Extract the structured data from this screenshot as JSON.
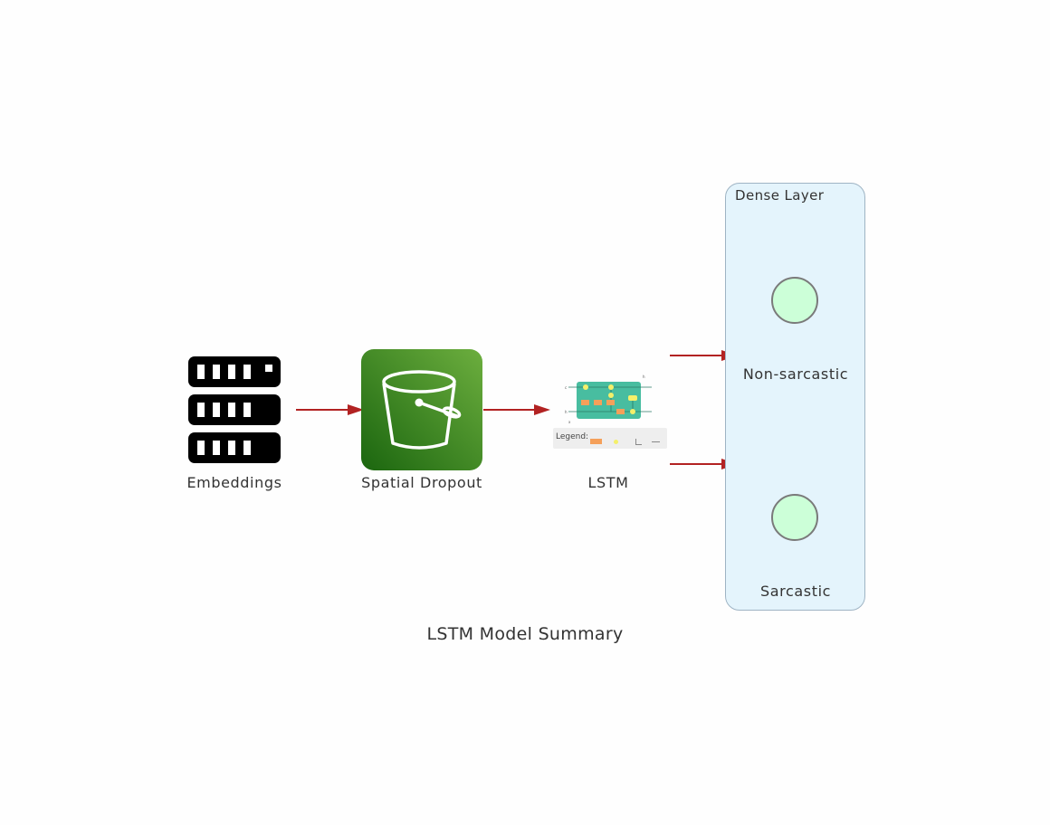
{
  "nodes": {
    "embeddings": {
      "label": "Embeddings",
      "icon": "server-rack-icon"
    },
    "spatial_dropout": {
      "label": "Spatial Dropout",
      "icon": "bucket-icon",
      "color": "#3f8624"
    },
    "lstm": {
      "label": "LSTM",
      "icon": "lstm-cell-diagram-icon",
      "legend_label": "Legend:"
    }
  },
  "cluster": {
    "title": "Dense Layer",
    "outputs": [
      {
        "label": "Non-sarcastic"
      },
      {
        "label": "Sarcastic"
      }
    ]
  },
  "caption": "LSTM Model Summary",
  "colors": {
    "edge": "#b22222",
    "cluster_bg": "#e4f4fc",
    "output_node": "#ccffd8"
  }
}
